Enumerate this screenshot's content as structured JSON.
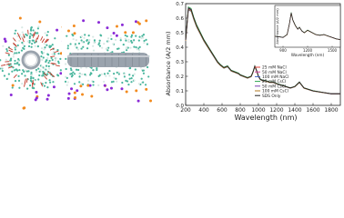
{
  "colors": {
    "water": "#49b69d",
    "nanotube": "#9aa3ad",
    "ion_purple": "#8a2bd6",
    "ion_orange": "#f28a1e"
  },
  "panels": {
    "left": {
      "icon": "nanotube-cross-section-simulation"
    },
    "middle": {
      "icon": "nanotube-side-view-simulation"
    }
  },
  "chart_data": {
    "type": "line",
    "xlabel": "Wavelength (nm)",
    "ylabel": "Absorbance (A/2 mm)",
    "xlim": [
      200,
      1900
    ],
    "ylim": [
      0.0,
      0.7
    ],
    "xticks": [
      200,
      400,
      600,
      800,
      1000,
      1200,
      1400,
      1600,
      1800
    ],
    "yticks": [
      0.0,
      0.1,
      0.2,
      0.3,
      0.4,
      0.5,
      0.6,
      0.7
    ],
    "grid": false,
    "legend_position": "center-right",
    "series": [
      {
        "name": "25 mM NaCl",
        "color": "#e0413b",
        "scale": 1.0
      },
      {
        "name": "50 mM NaCl",
        "color": "#cf3f9a",
        "scale": 0.99
      },
      {
        "name": "100 mM NaCl",
        "color": "#3f63c7",
        "scale": 0.98
      },
      {
        "name": "25 mM CsCl",
        "color": "#2fa44f",
        "scale": 1.01
      },
      {
        "name": "50 mM CsCl",
        "color": "#7a3fb0",
        "scale": 0.995
      },
      {
        "name": "100 mM CsCl",
        "color": "#b07a20",
        "scale": 0.985
      },
      {
        "name": "SDS Only",
        "color": "#222222",
        "scale": 1.0
      }
    ],
    "base_curve": {
      "x": [
        200,
        230,
        260,
        290,
        320,
        360,
        400,
        450,
        500,
        550,
        580,
        620,
        660,
        700,
        740,
        780,
        800,
        840,
        880,
        920,
        940,
        960,
        980,
        1000,
        1020,
        1050,
        1080,
        1120,
        1160,
        1200,
        1250,
        1300,
        1350,
        1400,
        1450,
        1500,
        1600,
        1700,
        1800,
        1900
      ],
      "y": [
        0.45,
        0.67,
        0.66,
        0.6,
        0.55,
        0.5,
        0.45,
        0.4,
        0.35,
        0.3,
        0.28,
        0.26,
        0.27,
        0.24,
        0.23,
        0.22,
        0.21,
        0.2,
        0.19,
        0.2,
        0.23,
        0.27,
        0.24,
        0.2,
        0.18,
        0.17,
        0.17,
        0.16,
        0.16,
        0.15,
        0.14,
        0.13,
        0.12,
        0.13,
        0.16,
        0.12,
        0.1,
        0.09,
        0.08,
        0.08
      ]
    },
    "inset": {
      "xlabel": "Wavelength (nm)",
      "ylabel": "Absorbance (A/2 mm)",
      "xlim": [
        800,
        1600
      ],
      "xticks": [
        900,
        1200,
        1500
      ],
      "tick_labels": [
        "900",
        "1200",
        "1500"
      ],
      "base_curve": {
        "x": [
          800,
          850,
          900,
          950,
          980,
          1000,
          1020,
          1050,
          1080,
          1100,
          1130,
          1160,
          1200,
          1250,
          1300,
          1350,
          1400,
          1450,
          1500,
          1550,
          1600
        ],
        "y": [
          0.25,
          0.24,
          0.22,
          0.3,
          0.62,
          0.9,
          0.7,
          0.55,
          0.45,
          0.5,
          0.4,
          0.35,
          0.42,
          0.36,
          0.3,
          0.28,
          0.3,
          0.26,
          0.22,
          0.18,
          0.16
        ]
      }
    }
  }
}
